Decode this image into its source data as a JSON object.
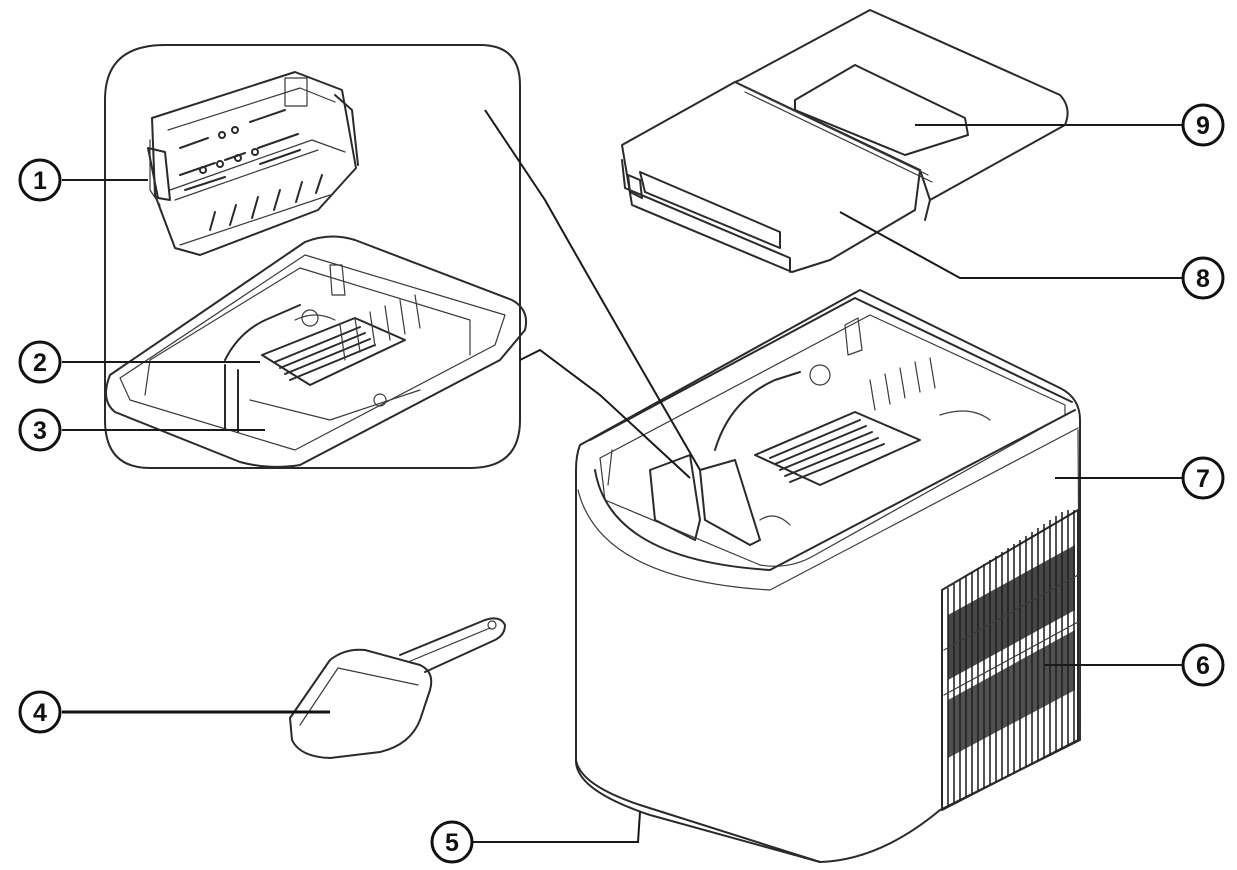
{
  "diagram": {
    "callouts": [
      {
        "id": "c1",
        "label": "1"
      },
      {
        "id": "c2",
        "label": "2"
      },
      {
        "id": "c3",
        "label": "3"
      },
      {
        "id": "c4",
        "label": "4"
      },
      {
        "id": "c5",
        "label": "5"
      },
      {
        "id": "c6",
        "label": "6"
      },
      {
        "id": "c7",
        "label": "7"
      },
      {
        "id": "c8",
        "label": "8"
      },
      {
        "id": "c9",
        "label": "9"
      }
    ],
    "parts": {
      "basket": "ice-basket",
      "evaporator": "evaporator-fingers",
      "tray": "water-tray",
      "scoop": "ice-scoop",
      "drain": "drain-plug",
      "vent": "air-vent-grill",
      "housing": "main-housing",
      "lid": "top-lid",
      "window": "viewing-window"
    }
  }
}
